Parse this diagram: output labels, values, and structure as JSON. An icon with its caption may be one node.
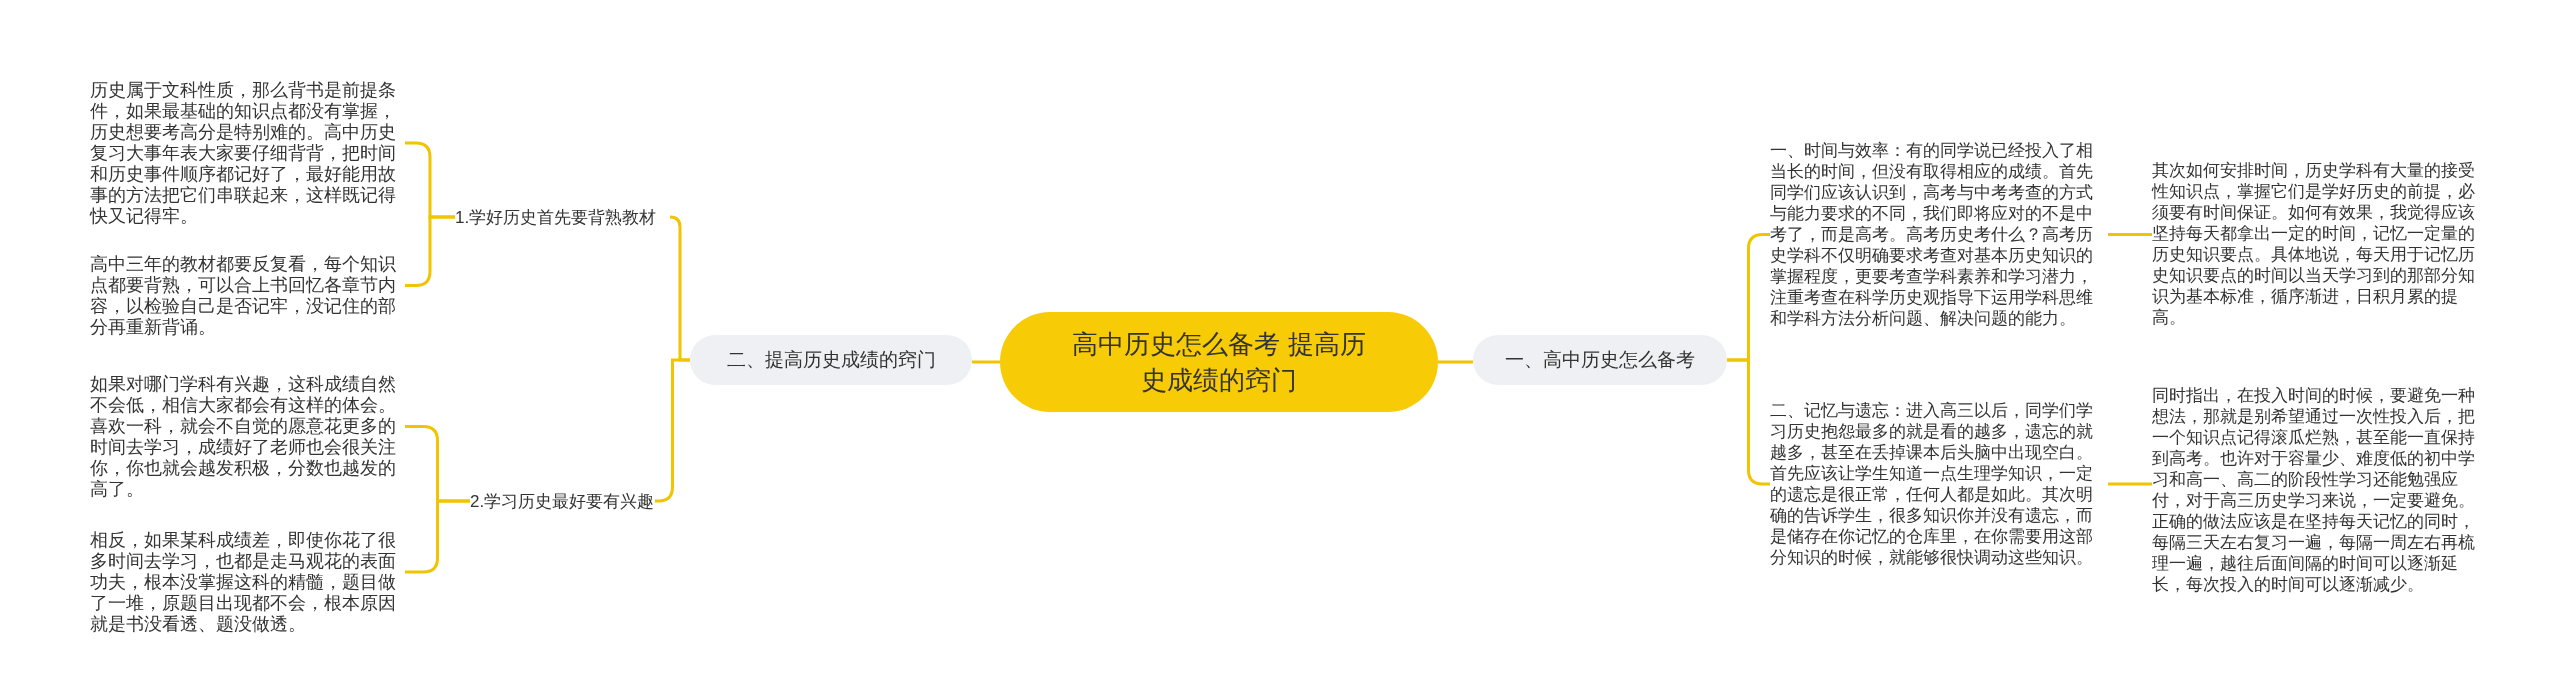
{
  "diagram": {
    "nodes": [
      {
        "text": [
          "高中历史怎么备考 提高历史成绩的窍门"
        ]
      },
      {
        "text": [
          "一、高中历史怎么备考"
        ]
      },
      {
        "text": [
          "一、时间与效率：有的同学说已经投入了相当长的时间，但没有取得相应的成绩。首先同学们应该认识到，高考与中考考查的方式与能力要求的不同，我们即将应对的不是中考了，而是高考。高考历史考什么？高考历史学科不仅明确要求考查对基本历史知识的掌握程度，更要考查学科素养和学习潜力，注重考查在科学历史观指导下运用学科思维和学科方法分析问题、解决问题的能力。"
        ]
      },
      {
        "text": [
          "其次如何安排时间，历史学科有大量的接受性知识点，掌握它们是学好历史的前提，必须要有时间保证。如何有效果，我觉得应该坚持每天都拿出一定的时间，记忆一定量的历史知识要点。具体地说，每天用于记忆历史知识要点的时间以当天学习到的那部分知识为基本标准，循序渐进，日积月累的提高。"
        ]
      },
      {
        "text": [
          "二、记忆与遗忘：进入高三以后，同学们学习历史抱怨最多的就是看的越多，遗忘的就越多，甚至在丢掉课本后头脑中出现空白。首先应该让学生知道一点生理学知识，一定的遗忘是很正常，任何人都是如此。其次明确的告诉学生，很多知识你并没有遗忘，而是储存在你记忆的仓库里，在你需要用这部分知识的时候，就能够很快调动这些知识。"
        ]
      },
      {
        "text": [
          "同时指出，在投入时间的时候，要避免一种想法，那就是别希望通过一次性投入后，把一个知识点记得滚瓜烂熟，甚至能一直保持到高考。也许对于容量少、难度低的初中学习和高一、高二的阶段性学习还能勉强应付，对于高三历史学习来说，一定要避免。正确的做法应该是在坚持每天记忆的同时，每隔三天左右复习一遍，每隔一周左右再梳理一遍，越往后面间隔的时间可以逐渐延长，每次投入的时间可以逐渐减少。"
        ]
      },
      {
        "text": [
          "二、提高历史成绩的窍门"
        ]
      },
      {
        "text": [
          "1.学好历史首先要背熟教材"
        ]
      },
      {
        "text": [
          "历史属于文科性质，那么背书是前提条件，如果最基础的知识点都没有掌握，历史想要考高分是特别难的。高中历史复习大事年表大家要仔细背背，把时间和历史事件顺序都记好了，最好能用故事的方法把它们串联起来，这样既记得快又记得牢。"
        ]
      },
      {
        "text": [
          "高中三年的教材都要反复看，每个知识点都要背熟，可以合上书回忆各章节内容，以检验自己是否记牢，没记住的部分再重新背诵。"
        ]
      },
      {
        "text": [
          "2.学习历史最好要有兴趣"
        ]
      },
      {
        "text": [
          "如果对哪门学科有兴趣，这科成绩自然不会低，相信大家都会有这样的体会。喜欢一科，就会不自觉的愿意花更多的时间去学习，成绩好了老师也会很关注你，你也就会越发积极，分数也越发的高了。"
        ]
      },
      {
        "text": [
          "相反，如果某科成绩差，即使你花了很多时间去学习，也都是走马观花的表面功夫，根本没掌握这科的精髓，题目做了一堆，原题目出现都不会，根本原因就是书没看透、题没做透。"
        ]
      }
    ],
    "edges": [
      {
        "from": 0,
        "to": 1,
        "arrow": "none"
      },
      {
        "from": 1,
        "to": 2,
        "arrow": "none"
      },
      {
        "from": 2,
        "to": 3,
        "arrow": "none"
      },
      {
        "from": 1,
        "to": 4,
        "arrow": "none"
      },
      {
        "from": 4,
        "to": 5,
        "arrow": "none"
      },
      {
        "from": 0,
        "to": 6,
        "arrow": "none"
      },
      {
        "from": 6,
        "to": 7,
        "arrow": "none"
      },
      {
        "from": 7,
        "to": 8,
        "arrow": "none"
      },
      {
        "from": 7,
        "to": 9,
        "arrow": "none"
      },
      {
        "from": 6,
        "to": 10,
        "arrow": "none"
      },
      {
        "from": 10,
        "to": 11,
        "arrow": "none"
      },
      {
        "from": 10,
        "to": 12,
        "arrow": "none"
      }
    ]
  }
}
